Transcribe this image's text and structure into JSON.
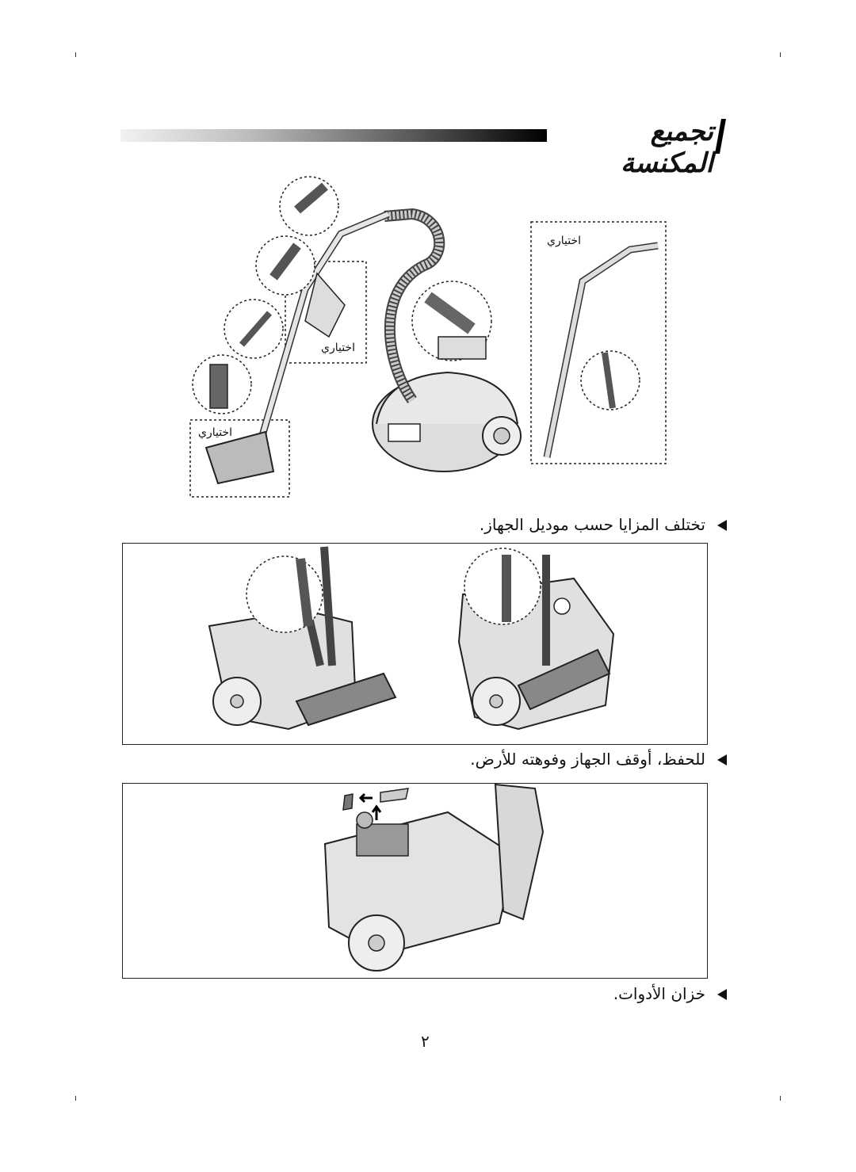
{
  "heading": {
    "title": "تجميع المكنسة"
  },
  "figure_labels": {
    "label_right": "اختياري",
    "label_middle": "اختياري",
    "label_left": "اختياري"
  },
  "captions": {
    "models_note": "تختلف المزايا حسب موديل الجهاز.",
    "storage_note": "للحفظ، أوقف الجهاز وفوهته للأرض.",
    "accessory_storage": "خزان الأدوات."
  },
  "page_number": "٢"
}
